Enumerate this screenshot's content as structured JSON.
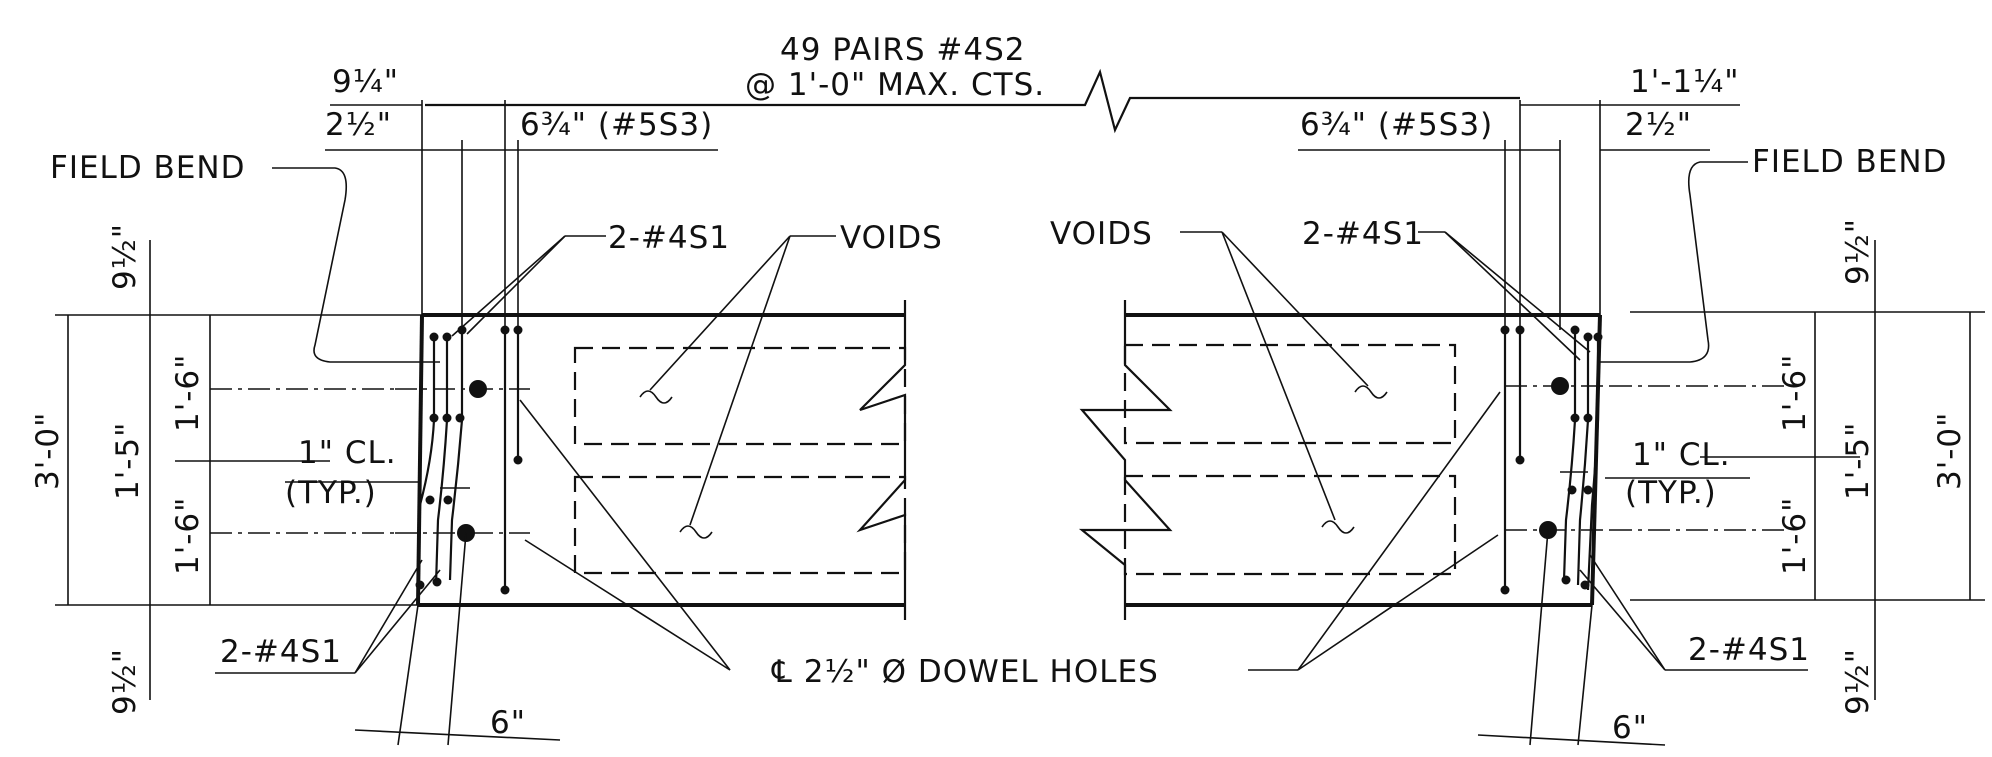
{
  "top_note": {
    "line1": "49 PAIRS #4S2",
    "line2": "@ 1'-0\" MAX. CTS."
  },
  "left": {
    "dim_top_outer": "9¼\"",
    "dim_top_inner": "2½\"",
    "dim_top_bar": "6¾\" (#5S3)",
    "field_bend": "FIELD BEND",
    "bars_top": "2-#4S1",
    "bars_bottom": "2-#4S1",
    "clear_cover_1": "1\" CL.",
    "clear_cover_2": "(TYP.)",
    "dim_height": "3'-0\"",
    "dim_mid": "1'-5\"",
    "dim_upper": "1'-6\"",
    "dim_lower": "1'-6\"",
    "dim_top_ext": "9½\"",
    "dim_bot_ext": "9½\"",
    "dim_bottom": "6\""
  },
  "right": {
    "dim_top_outer": "1'-1¼\"",
    "dim_top_inner": "2½\"",
    "dim_top_bar": "6¾\" (#5S3)",
    "field_bend": "FIELD BEND",
    "bars_top": "2-#4S1",
    "bars_bottom": "2-#4S1",
    "clear_cover_1": "1\" CL.",
    "clear_cover_2": "(TYP.)",
    "dim_height": "3'-0\"",
    "dim_mid": "1'-5\"",
    "dim_upper": "1'-6\"",
    "dim_lower": "1'-6\"",
    "dim_top_ext": "9½\"",
    "dim_bot_ext": "9½\"",
    "dim_bottom": "6\""
  },
  "voids_left": "VOIDS",
  "voids_right": "VOIDS",
  "dowel_holes": "℄ 2½\" Ø DOWEL HOLES"
}
